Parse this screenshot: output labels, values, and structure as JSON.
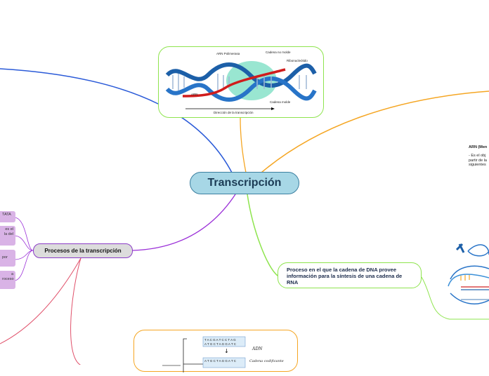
{
  "central": {
    "title": "Transcripción"
  },
  "processes": {
    "title": "Procesos de la transcripción",
    "items": [
      "TATA",
      "es el\nla del",
      "por",
      "a\nroceso"
    ]
  },
  "definition": {
    "text": "Proceso en el que la cadena de DNA provee información para la síntesis de una cadena de RNA"
  },
  "arn_note": {
    "title": "ARN (Men",
    "desc": "- Es el obj\npartir de la\nsiguientes"
  },
  "diagram_top": {
    "labels": {
      "polimerasa": "ARN Polimerasa",
      "cadena_no_molde": "Cadena no molde",
      "ribonucleotido": "Ribonucleótido",
      "arn": "ARN",
      "cadena_molde": "Cadena molde",
      "direccion": "Dirección de la transcripción"
    }
  },
  "diagram_bottom": {
    "labels": {
      "adn": "ADN",
      "cadena": "Cadena codificante",
      "seq1": "T A C G A T C C T A G",
      "seq2": "A T G C T A G G A T C"
    }
  },
  "colors": {
    "branch_blue": "#2a5ad8",
    "branch_orange": "#f5a623",
    "branch_green": "#8ee44e",
    "branch_purple": "#9b30d8",
    "branch_red": "#e0506a"
  }
}
